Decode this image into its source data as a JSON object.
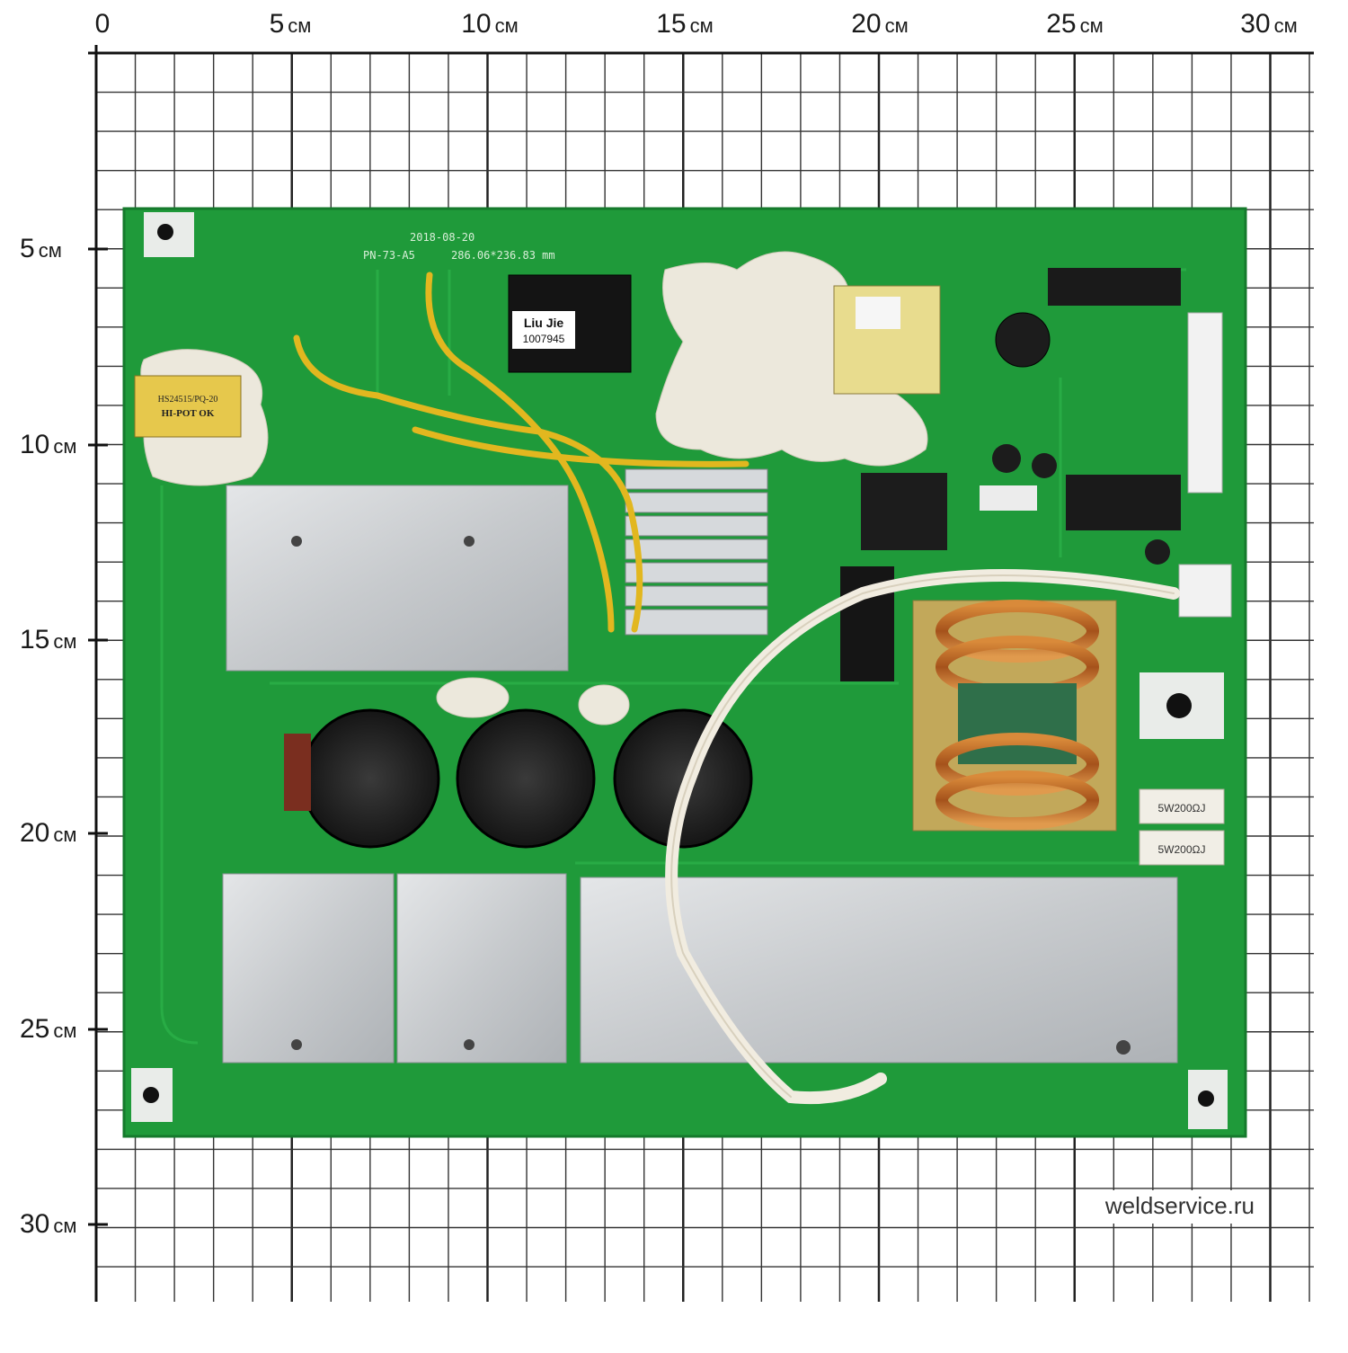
{
  "ruler": {
    "unit": "см",
    "top_labels": [
      "0",
      "5",
      "10",
      "15",
      "20",
      "25",
      "30"
    ],
    "left_labels": [
      "5",
      "10",
      "15",
      "20",
      "25",
      "30"
    ]
  },
  "board": {
    "pcb_color": "#1f9a3a",
    "silkscreen_date": "2018-08-20",
    "silkscreen_model": "PN-73-A5",
    "silkscreen_size": "286.06*236.83 mm",
    "relay_label_line1": "Liu Jie",
    "relay_label_line2": "1007945",
    "small_transformer_label_line1": "HS24515/PQ-20",
    "small_transformer_label_line2": "HI-POT OK",
    "resistor_label_1": "5W200ΩJ",
    "resistor_label_2": "5W200ΩJ"
  },
  "watermark": "weldservice.ru"
}
